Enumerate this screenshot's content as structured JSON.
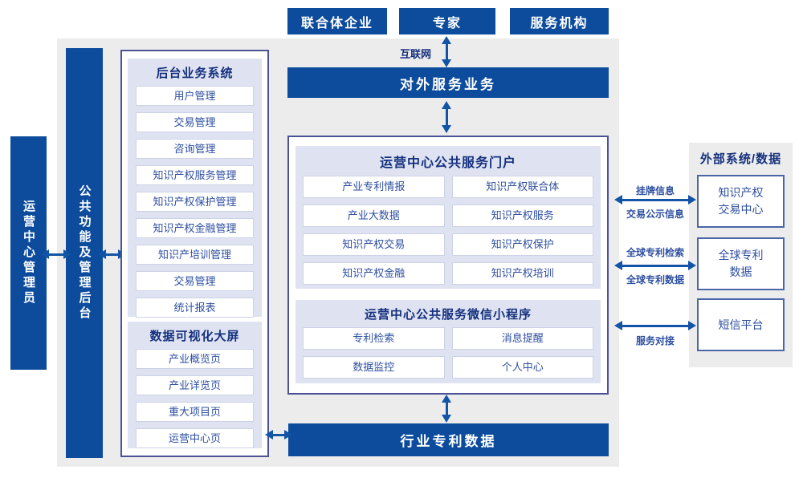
{
  "palette": {
    "deep_blue": "#0d4c9d",
    "panel_lavender": "#dfe3f1",
    "bg_gray": "#ececec",
    "title_navy": "#14307e",
    "item_blue": "#2e4fa0",
    "arrow_blue": "#1254a6",
    "box_border": "#4d5195"
  },
  "top_actors": {
    "consortium": "联合体企业",
    "experts": "专家",
    "service_orgs": "服务机构"
  },
  "internet_label": "互联网",
  "external_service_bar": "对外服务业务",
  "left_bars": {
    "admin": "运营中心管理员",
    "backend": "公共功能及管理后台"
  },
  "backend_panel": {
    "title": "后台业务系统",
    "items": [
      "用户管理",
      "交易管理",
      "咨询管理",
      "知识产权服务管理",
      "知识产权保护管理",
      "知识产权金融管理",
      "知识产培训管理",
      "交易管理",
      "统计报表"
    ]
  },
  "dashboard_panel": {
    "title": "数据可视化大屏",
    "items": [
      "产业概览页",
      "产业详览页",
      "重大项目页",
      "运营中心页"
    ]
  },
  "portal_panel": {
    "title": "运营中心公共服务门户",
    "left_items": [
      "产业专利情报",
      "产业大数据",
      "知识产权交易",
      "知识产权金融"
    ],
    "right_items": [
      "知识产权联合体",
      "知识产权服务",
      "知识产权保护",
      "知识产权培训"
    ]
  },
  "miniprogram_panel": {
    "title": "运营中心公共服务微信小程序",
    "left_items": [
      "专利检索",
      "数据监控"
    ],
    "right_items": [
      "消息提醒",
      "个人中心"
    ]
  },
  "industry_data_bar": "行业专利数据",
  "external_panel": {
    "title": "外部系统/数据",
    "boxes": [
      {
        "line1": "知识产权",
        "line2": "交易中心"
      },
      {
        "line1": "全球专利",
        "line2": "数据"
      },
      {
        "line1": "短信平台",
        "line2": ""
      }
    ]
  },
  "link_labels": {
    "link1_top": "挂牌信息",
    "link1_bottom": "交易公示信息",
    "link2_top": "全球专利检索",
    "link2_bottom": "全球专利数据",
    "link3_bottom": "服务对接"
  }
}
